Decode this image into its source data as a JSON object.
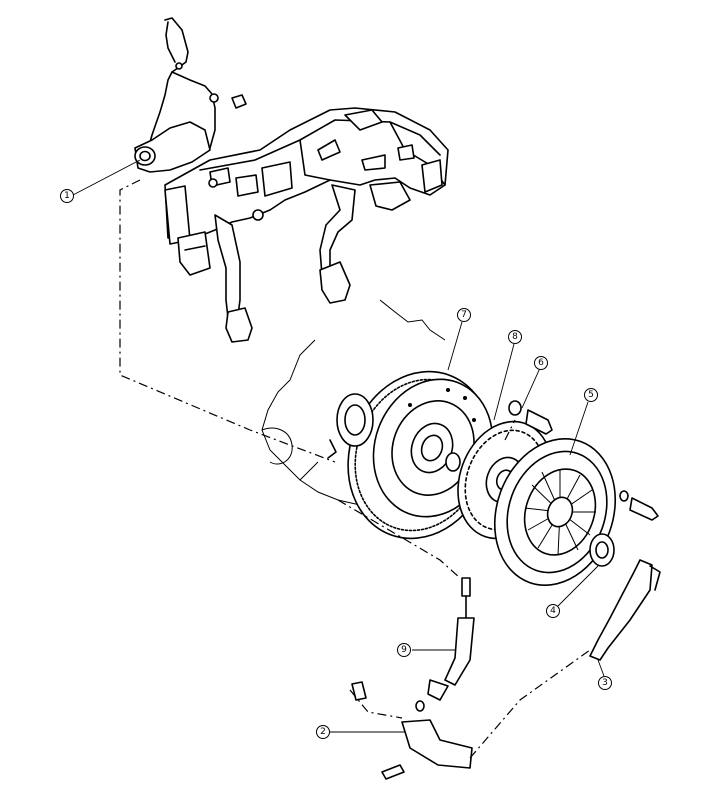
{
  "callouts": [
    {
      "id": "1",
      "label": "①"
    },
    {
      "id": "2",
      "label": "②"
    },
    {
      "id": "3",
      "label": "③"
    },
    {
      "id": "4",
      "label": "④"
    },
    {
      "id": "5",
      "label": "⑤"
    },
    {
      "id": "6",
      "label": "⑥"
    },
    {
      "id": "7",
      "label": "⑦"
    },
    {
      "id": "8",
      "label": "⑧"
    },
    {
      "id": "9",
      "label": "⑨"
    }
  ]
}
